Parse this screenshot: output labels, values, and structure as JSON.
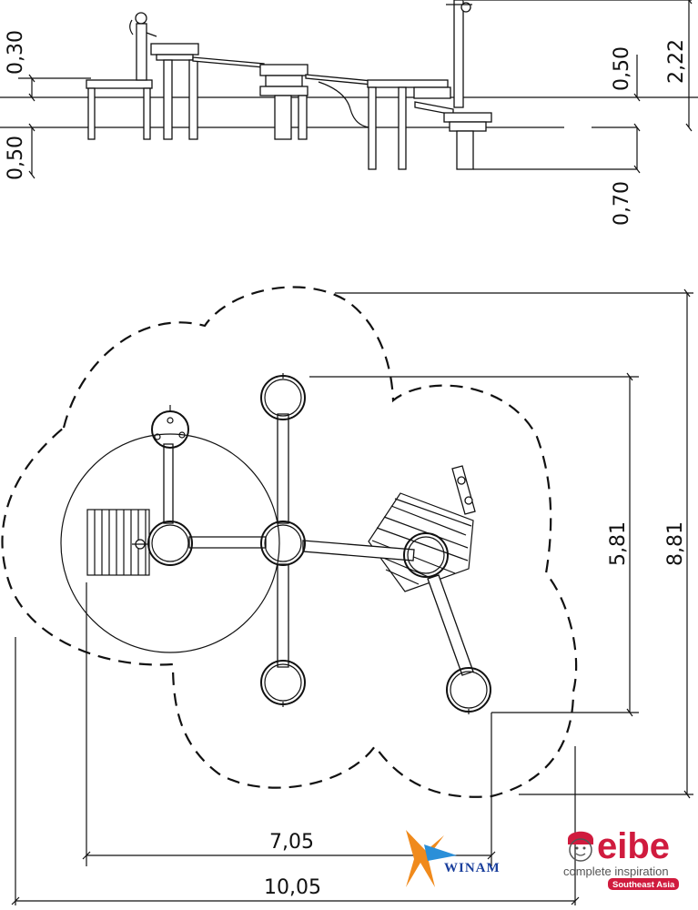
{
  "side_view": {
    "dims": {
      "left_upper": "0,30",
      "left_lower": "0,50",
      "right_a": "0,50",
      "right_b": "0,70",
      "right_total": "2,22"
    }
  },
  "plan_view": {
    "dims": {
      "height_inner": "5,81",
      "height_outer": "8,81",
      "width_inner": "7,05",
      "width_outer": "10,05"
    }
  },
  "logos": {
    "winam": {
      "word": "WINAM",
      "color": "#1a3f9c",
      "accent": "#f08a1c"
    },
    "eibe": {
      "word": "eibe",
      "tagline": "complete inspiration",
      "badge": "Southeast Asia",
      "color": "#d01b3e"
    }
  }
}
